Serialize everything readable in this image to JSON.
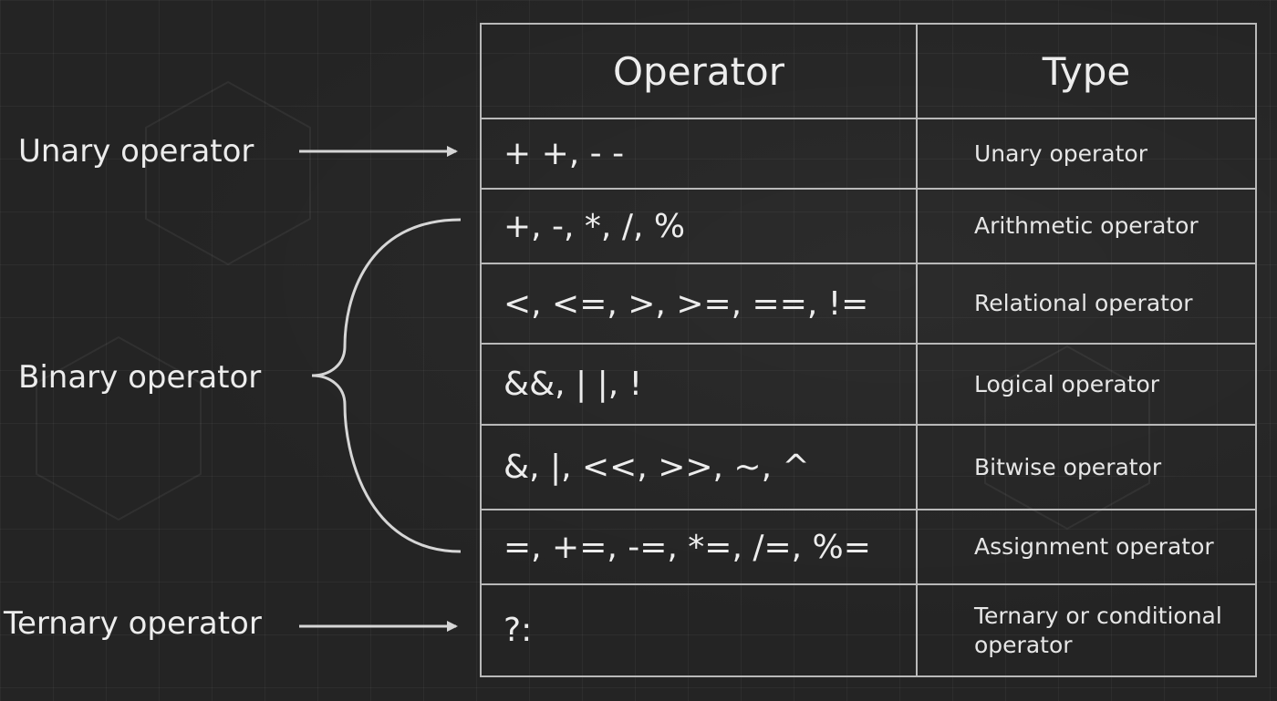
{
  "labels": {
    "unary": "Unary operator",
    "binary": "Binary operator",
    "ternary": "Ternary operator"
  },
  "table": {
    "headers": [
      "Operator",
      "Type"
    ],
    "rows": [
      {
        "operators": "+ +, - -",
        "type": "Unary operator"
      },
      {
        "operators": "+, -, *, /, %",
        "type": "Arithmetic operator"
      },
      {
        "operators": "<, <=, >, >=, ==, !=",
        "type": "Relational operator"
      },
      {
        "operators": "&&, | |, !",
        "type": "Logical operator"
      },
      {
        "operators": "&, |, <<, >>, ~, ^",
        "type": "Bitwise operator"
      },
      {
        "operators": "=, +=, -=, *=, /=, %=",
        "type": "Assignment operator"
      },
      {
        "operators": "?:",
        "type": "Ternary or conditional operator"
      }
    ]
  },
  "colors": {
    "background": "#242424",
    "text": "#ececec",
    "lines": "#b9b9b9"
  }
}
